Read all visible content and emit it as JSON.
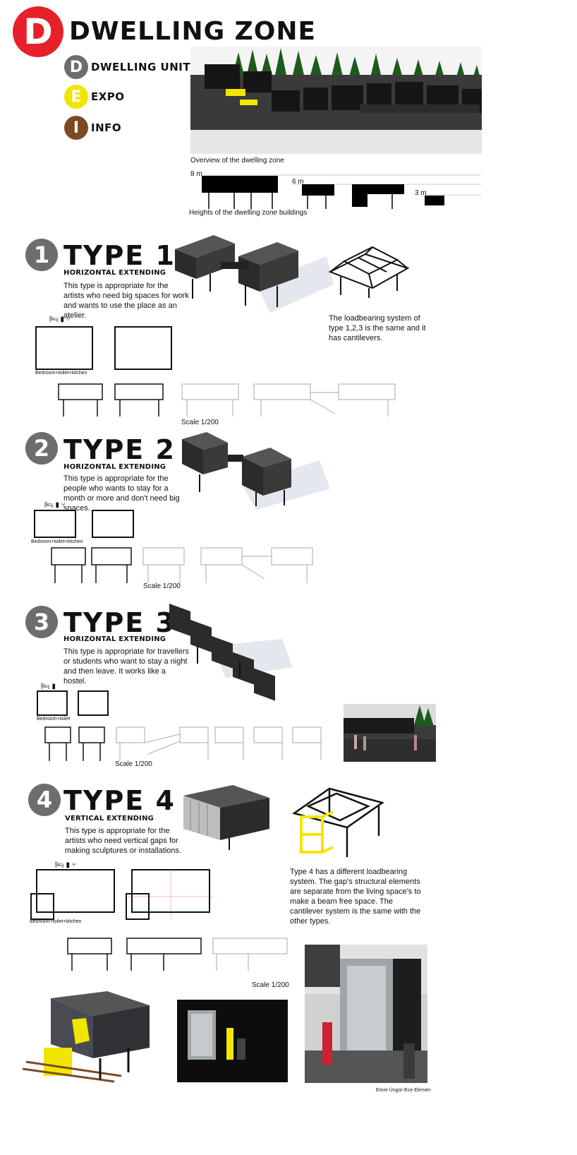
{
  "header": {
    "logo_letter": "D",
    "title": "DWELLING ZONE",
    "accent": "#e8202a"
  },
  "legend": [
    {
      "letter": "D",
      "label": "DWELLING UNITS",
      "color": "#6d6d6d"
    },
    {
      "letter": "E",
      "label": "EXPO",
      "color": "#f2e500"
    },
    {
      "letter": "I",
      "label": "INFO",
      "color": "#7a4a24"
    }
  ],
  "overview": {
    "caption": "Overview of the dwelling zone"
  },
  "heights": {
    "caption": "Heights of the dwelling zone buildings",
    "labels": [
      "8 m",
      "6 m",
      "3 m"
    ]
  },
  "types": [
    {
      "num": "1",
      "title": "TYPE 1",
      "subtitle": "HORIZONTAL EXTENDING",
      "desc": "This type is appropriate for the artists who need big spaces for work and wants to use the place as an atelier.",
      "plan_label": "Bedroom+toilet+kitchen",
      "scale": "Scale 1/200",
      "note": "The loadbearing system of type 1,2,3 is the same and it has cantilevers."
    },
    {
      "num": "2",
      "title": "TYPE 2",
      "subtitle": "HORIZONTAL EXTENDING",
      "desc": "This type is appropriate for the people who wants to stay for a month or more and don't need big spaces.",
      "plan_label": "Bedroom+toilet+kitchen",
      "scale": "Scale 1/200"
    },
    {
      "num": "3",
      "title": "TYPE 3",
      "subtitle": "HORIZONTAL EXTENDING",
      "desc": "This type is appropriate for travellers or students who want to stay a night and then leave. It works like a hostel.",
      "plan_label": "Bedroom+toilet",
      "scale": "Scale 1/200"
    },
    {
      "num": "4",
      "title": "TYPE 4",
      "subtitle": "VERTICAL EXTENDING",
      "desc": "This type is appropriate for the artists who need vertical gaps for making sculptures or installations.",
      "plan_label": "Bedroom+toilet+kitchen",
      "scale": "Scale 1/200",
      "note": "Type 4 has a different loadbearing system. The gap's structural elements are separate from the living space's to make a beam free space. The cantilever system is the same with the other types."
    }
  ],
  "credit": "Emre Üngür-Ece Elemen",
  "icons": [
    "bed-icon",
    "toilet-icon",
    "fork-knife-icon"
  ],
  "colors": {
    "yellow": "#f2e500",
    "gray": "#6d6d6d",
    "brown": "#7a4a24",
    "red": "#e8202a"
  }
}
